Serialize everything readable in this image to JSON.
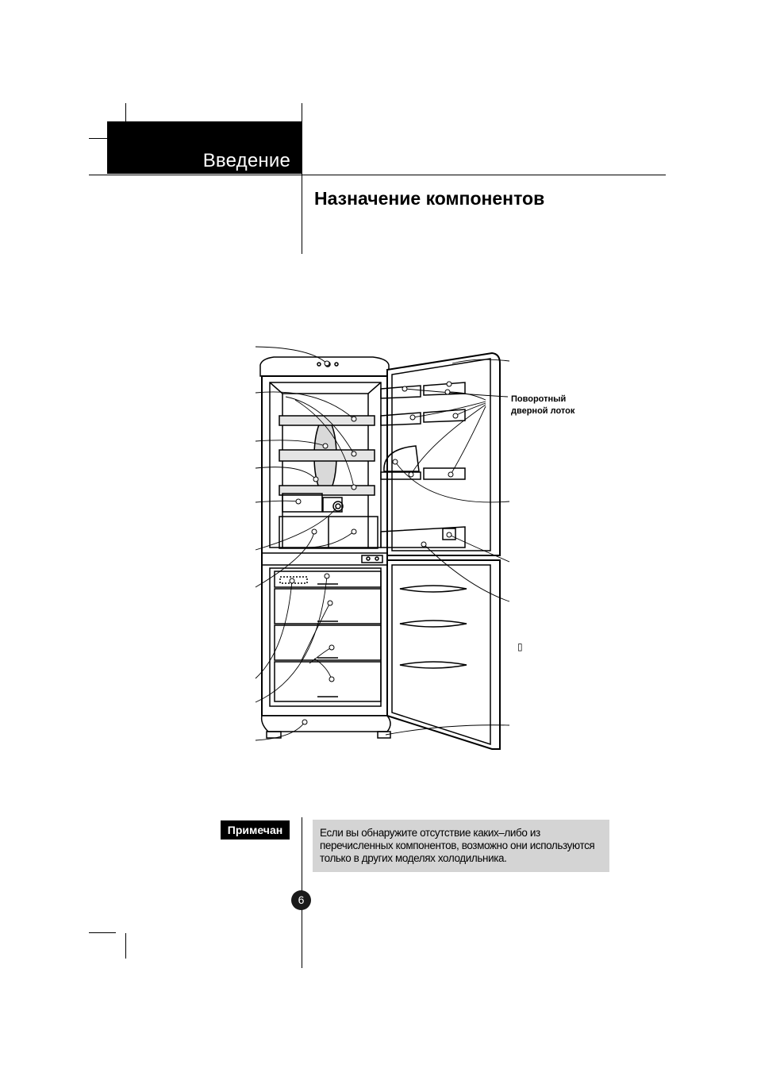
{
  "header": {
    "section_title": "Введение",
    "page_title": "Назначение компонентов"
  },
  "diagram": {
    "callout_swivel_tray_line1": "Поворотный",
    "callout_swivel_tray_line2": "дверной лоток",
    "callout_placeholder": "▯"
  },
  "note": {
    "badge": "Примечан",
    "text": "Если вы обнаружите отсутствие каких–либо из перечисленных компонентов, возможно они используются только в других моделях холодильника."
  },
  "footer": {
    "page_number": "6"
  }
}
